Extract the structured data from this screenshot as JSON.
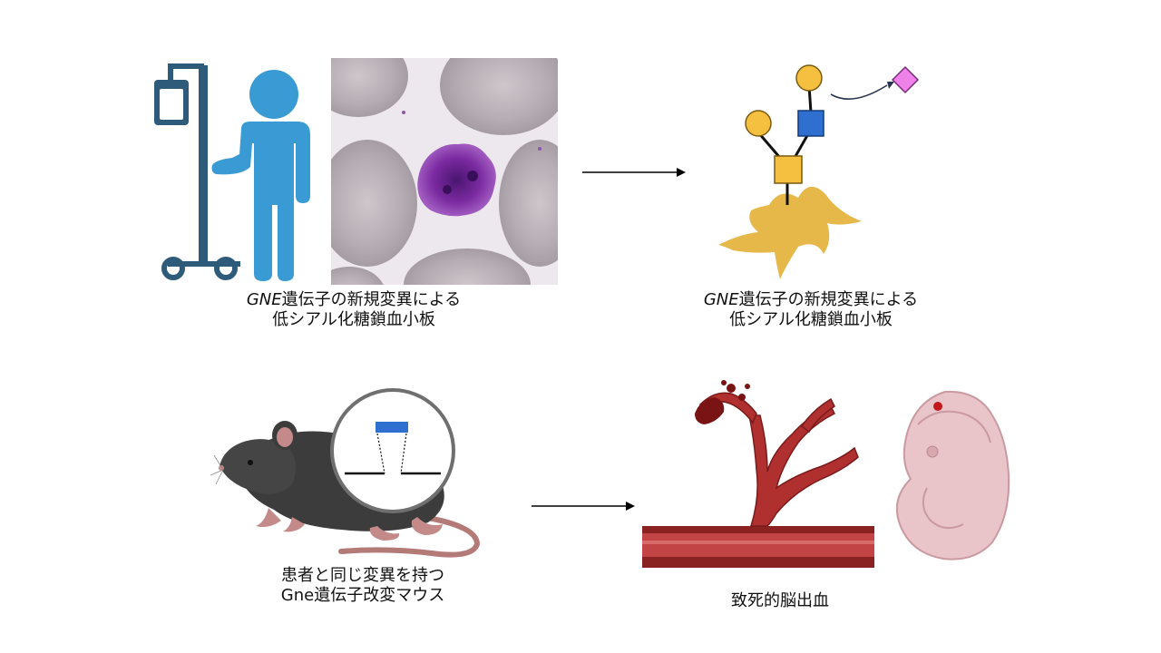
{
  "panels": [
    {
      "id": "patient",
      "caption_italic": "GNE",
      "caption_line1_rest": "遺伝子の新規変異による",
      "caption_line2": "低シアル化糖鎖血小板"
    },
    {
      "id": "glycan",
      "caption_italic": "GNE",
      "caption_line1_rest": "遺伝子の新規変異による",
      "caption_line2": "低シアル化糖鎖血小板"
    },
    {
      "id": "mouse",
      "caption_line1": "患者と同じ変異を持つ",
      "caption_line2": "Gne遺伝子改変マウス"
    },
    {
      "id": "hemorrhage",
      "caption_line1": "致死的脳出血"
    }
  ],
  "colors": {
    "iv_pole": "#2e5b7a",
    "person": "#3a9bd4",
    "platelet": "#7a2aa0",
    "galactose": "#f5c040",
    "glcnac": "#2f6fd0",
    "sialic_acid": "#ee82e8",
    "vessel": "#b03030",
    "embryo": "#e9c4c8",
    "mouse_body": "#3c3c3c"
  },
  "icons": [
    "iv-pole-icon",
    "patient-icon",
    "platelet-micrograph",
    "glycan-structure",
    "mouse-icon",
    "mutation-zoom-icon",
    "blood-vessel-icon",
    "embryo-icon"
  ]
}
